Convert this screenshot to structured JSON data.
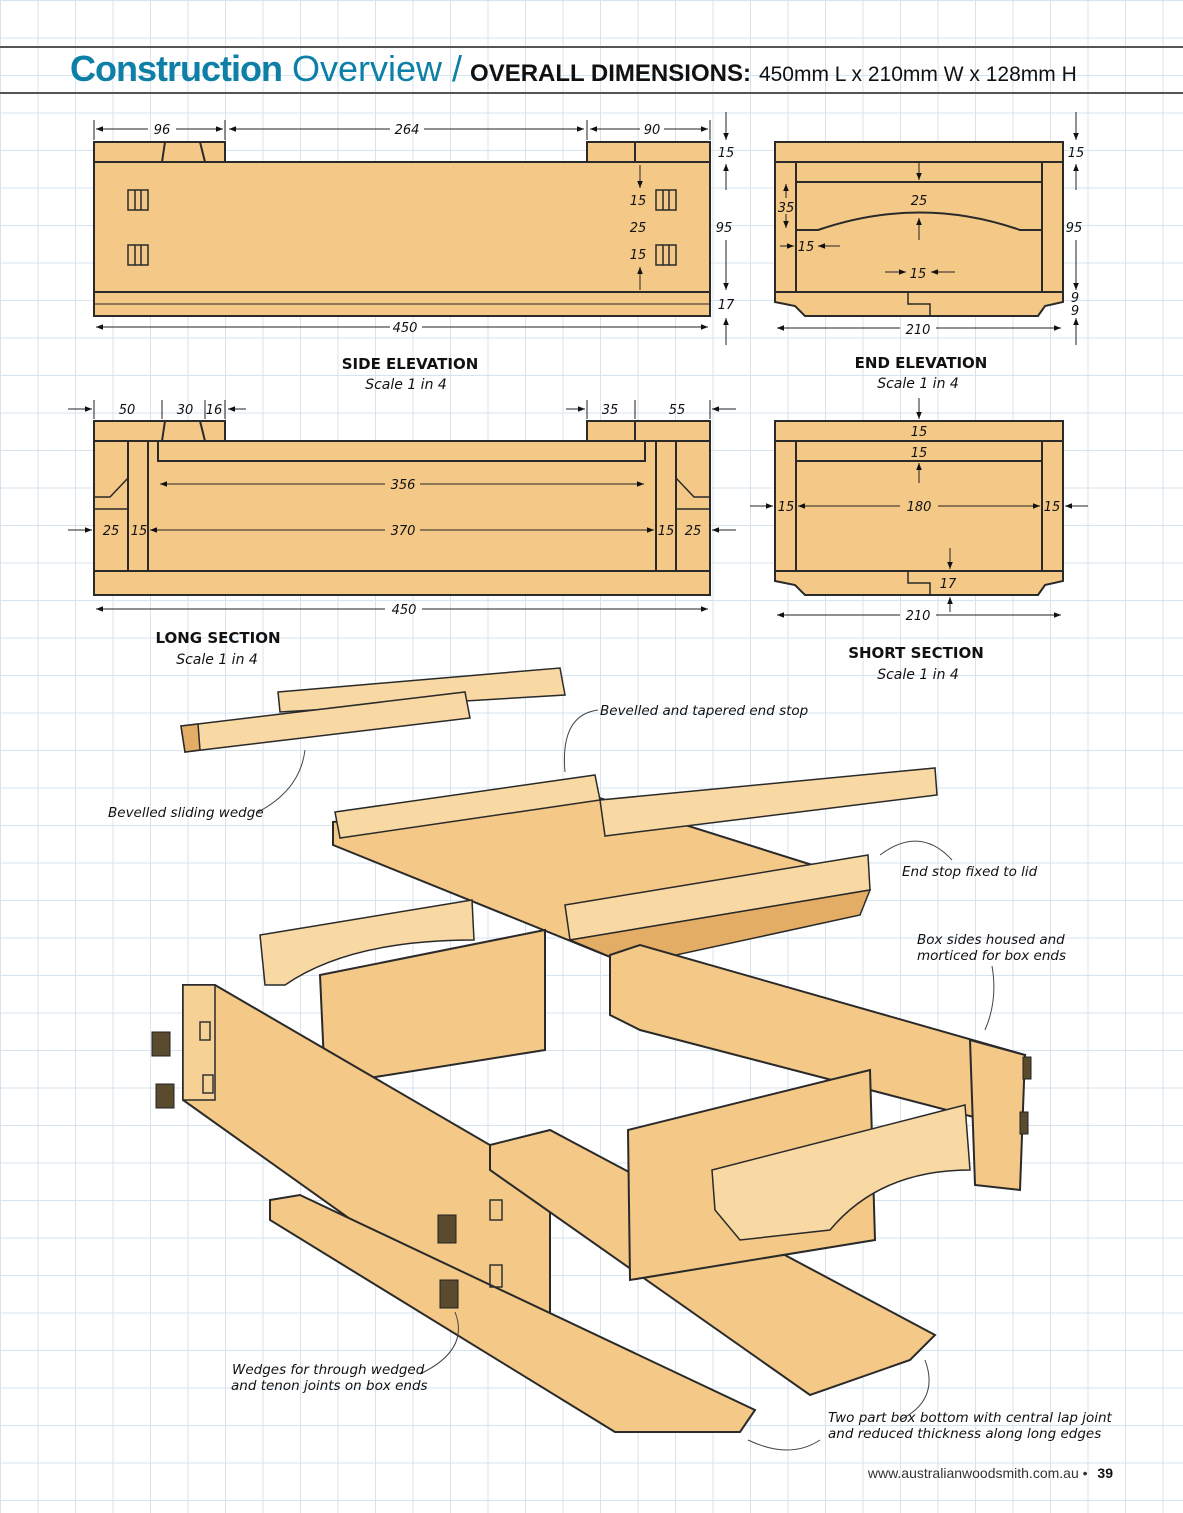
{
  "header": {
    "title_bold": "Construction",
    "title_light": "Overview /",
    "subtitle_label": "OVERALL DIMENSIONS:",
    "subtitle_value": "450mm L x 210mm W x 128mm H"
  },
  "side_elevation": {
    "caption": "SIDE ELEVATION",
    "scale": "Scale 1 in 4",
    "dims": [
      "96",
      "264",
      "90",
      "15",
      "95",
      "17",
      "450",
      "15",
      "25",
      "15"
    ]
  },
  "end_elevation": {
    "caption": "END ELEVATION",
    "scale": "Scale 1 in 4",
    "dims": [
      "15",
      "95",
      "9",
      "9",
      "210",
      "35",
      "25",
      "15",
      "15"
    ]
  },
  "long_section": {
    "caption": "LONG SECTION",
    "scale": "Scale 1 in 4",
    "dims": [
      "50",
      "30",
      "16",
      "35",
      "55",
      "356",
      "370",
      "25",
      "15",
      "15",
      "25",
      "450"
    ]
  },
  "short_section": {
    "caption": "SHORT SECTION",
    "scale": "Scale 1 in 4",
    "dims": [
      "15",
      "15",
      "180",
      "15",
      "15",
      "17",
      "210"
    ]
  },
  "callouts": [
    "Bevelled and tapered end stop",
    "Bevelled sliding wedge",
    "End stop fixed to lid",
    "Box sides housed and",
    "morticed for box ends",
    "Wedges for through wedged",
    "and tenon joints on box ends",
    "Two part box bottom with central lap joint",
    "and reduced thickness along long edges"
  ],
  "footer": {
    "url": "www.australianwoodsmith.com.au",
    "bullet": "•",
    "page": "39"
  },
  "colors": {
    "accent": "#0e7fa6",
    "wood": "#f4c886"
  }
}
